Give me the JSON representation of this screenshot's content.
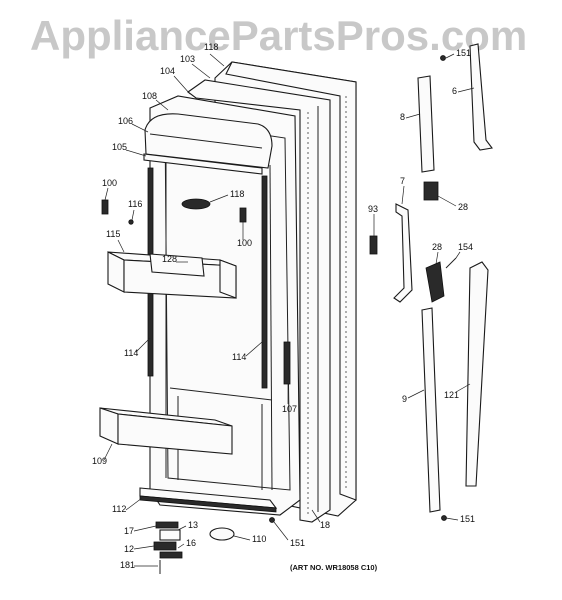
{
  "watermark": "AppliancePartsPros.com",
  "art_number": "(ART NO. WR18058 C10)",
  "callouts": {
    "c103": "103",
    "c118a": "118",
    "c104": "104",
    "c108": "108",
    "c106": "106",
    "c105": "105",
    "c100a": "100",
    "c116": "116",
    "c118b": "118",
    "c100b": "100",
    "c115": "115",
    "c128a": "128",
    "c114a": "114",
    "c114b": "114",
    "c107": "107",
    "c109": "109",
    "c112": "112",
    "c17": "17",
    "c13": "13",
    "c12": "12",
    "c16": "16",
    "c181": "181",
    "c110": "110",
    "c151a": "151",
    "c18": "18",
    "c151b": "151",
    "c6": "6",
    "c8": "8",
    "c7": "7",
    "c28a": "28",
    "c93": "93",
    "c28b": "28",
    "c154": "154",
    "c9": "9",
    "c121": "121",
    "c151c": "151"
  }
}
